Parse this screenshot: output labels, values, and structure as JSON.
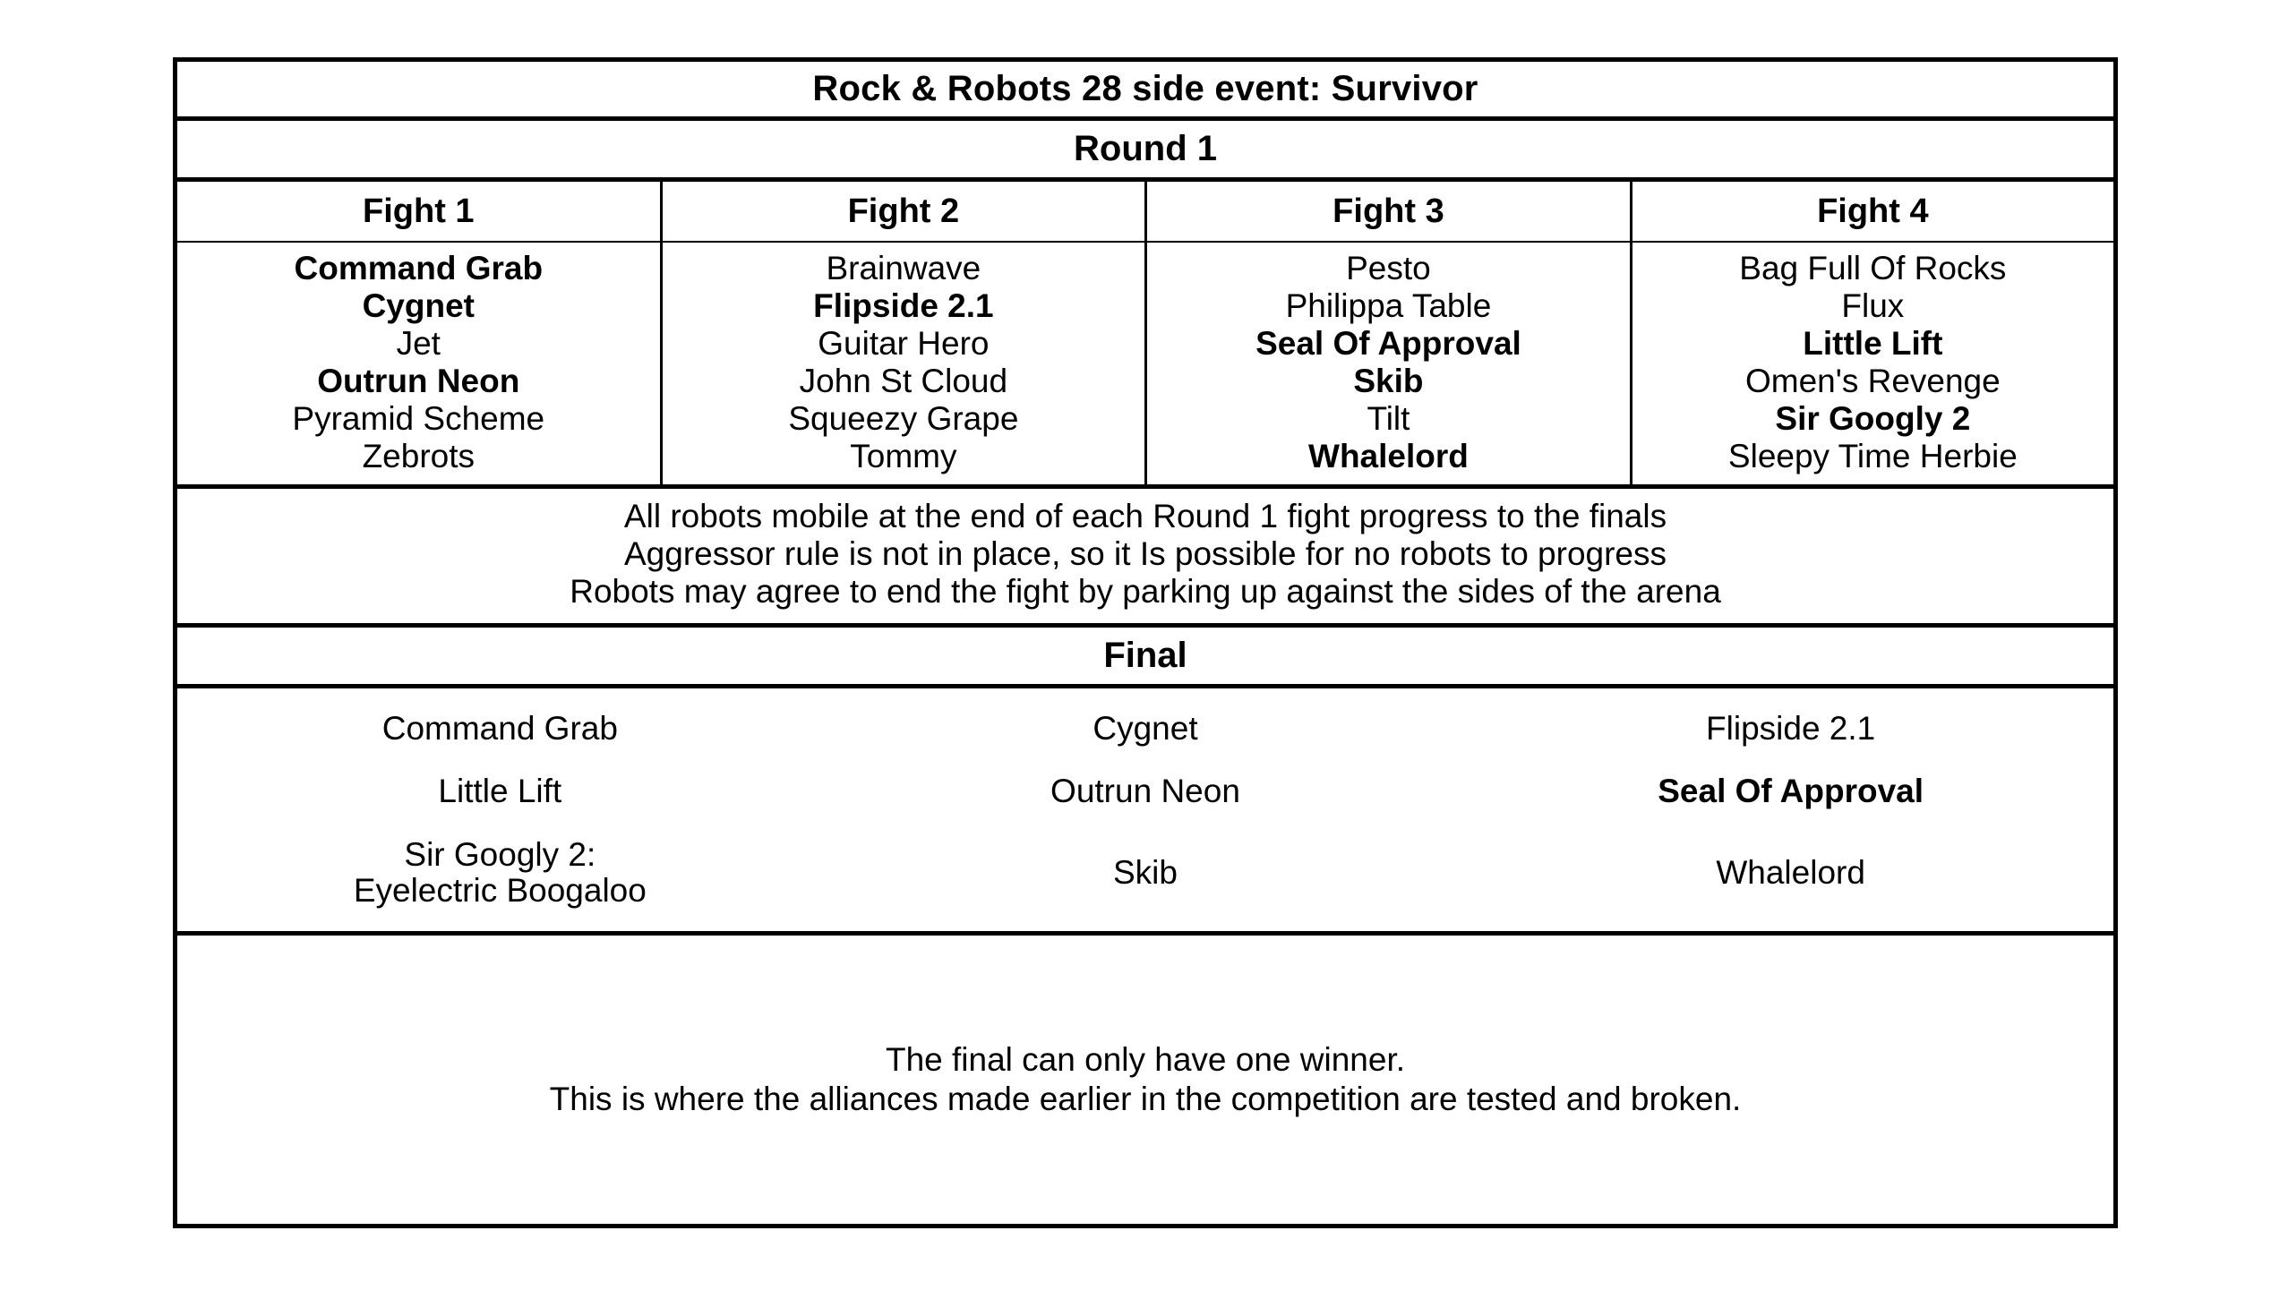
{
  "header": {
    "title": "Rock & Robots 28 side event: Survivor",
    "round_label": "Round 1"
  },
  "round1": {
    "columns": [
      {
        "header": "Fight 1",
        "robots": [
          {
            "name": "Command Grab",
            "advanced": true
          },
          {
            "name": "Cygnet",
            "advanced": true
          },
          {
            "name": "Jet",
            "advanced": false
          },
          {
            "name": "Outrun Neon",
            "advanced": true
          },
          {
            "name": "Pyramid Scheme",
            "advanced": false
          },
          {
            "name": "Zebrots",
            "advanced": false
          }
        ]
      },
      {
        "header": "Fight 2",
        "robots": [
          {
            "name": "Brainwave",
            "advanced": false
          },
          {
            "name": "Flipside 2.1",
            "advanced": true
          },
          {
            "name": "Guitar Hero",
            "advanced": false
          },
          {
            "name": "John St Cloud",
            "advanced": false
          },
          {
            "name": "Squeezy Grape",
            "advanced": false
          },
          {
            "name": "Tommy",
            "advanced": false
          }
        ]
      },
      {
        "header": "Fight 3",
        "robots": [
          {
            "name": "Pesto",
            "advanced": false
          },
          {
            "name": "Philippa Table",
            "advanced": false
          },
          {
            "name": "Seal Of Approval",
            "advanced": true
          },
          {
            "name": "Skib",
            "advanced": true
          },
          {
            "name": "Tilt",
            "advanced": false
          },
          {
            "name": "Whalelord",
            "advanced": true
          }
        ]
      },
      {
        "header": "Fight 4",
        "robots": [
          {
            "name": "Bag Full Of Rocks",
            "advanced": false
          },
          {
            "name": "Flux",
            "advanced": false
          },
          {
            "name": "Little Lift",
            "advanced": true
          },
          {
            "name": "Omen's Revenge",
            "advanced": false
          },
          {
            "name": "Sir Googly 2",
            "advanced": true
          },
          {
            "name": "Sleepy Time Herbie",
            "advanced": false
          }
        ]
      }
    ]
  },
  "rules": [
    "All robots mobile at the end of each Round 1 fight progress to the finals",
    "Aggressor rule is not in place, so it Is possible for no robots to progress",
    "Robots may agree to end the fight by parking up against the sides of the arena"
  ],
  "final": {
    "label": "Final",
    "rows": [
      [
        {
          "name": "Command Grab",
          "advanced": false
        },
        {
          "name": "Cygnet",
          "advanced": false
        },
        {
          "name": "Flipside 2.1",
          "advanced": false
        }
      ],
      [
        {
          "name": "Little Lift",
          "advanced": false
        },
        {
          "name": "Outrun Neon",
          "advanced": false
        },
        {
          "name": "Seal Of Approval",
          "advanced": true
        }
      ],
      [
        {
          "name": "Sir Googly 2:",
          "name2": "Eyelectric Boogaloo",
          "advanced": false
        },
        {
          "name": "Skib",
          "advanced": false
        },
        {
          "name": "Whalelord",
          "advanced": false
        }
      ]
    ]
  },
  "footer": [
    "The final can only have one winner.",
    "This is where the alliances made earlier in the competition are tested and broken."
  ],
  "colors": {
    "border": "#000000",
    "background": "#ffffff",
    "text": "#000000"
  }
}
